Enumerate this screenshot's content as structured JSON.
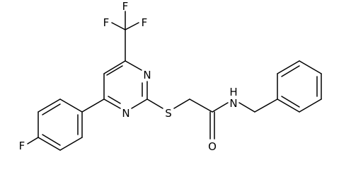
{
  "molecule": {
    "atoms": {
      "F_cf3_top": "F",
      "F_cf3_left": "F",
      "F_cf3_right": "F",
      "N_ring_top": "N",
      "N_ring_bottom": "N",
      "S_thioether": "S",
      "N_amide": "H",
      "N_amide_h": "N",
      "O_carbonyl": "O",
      "F_aryl": "F"
    }
  }
}
